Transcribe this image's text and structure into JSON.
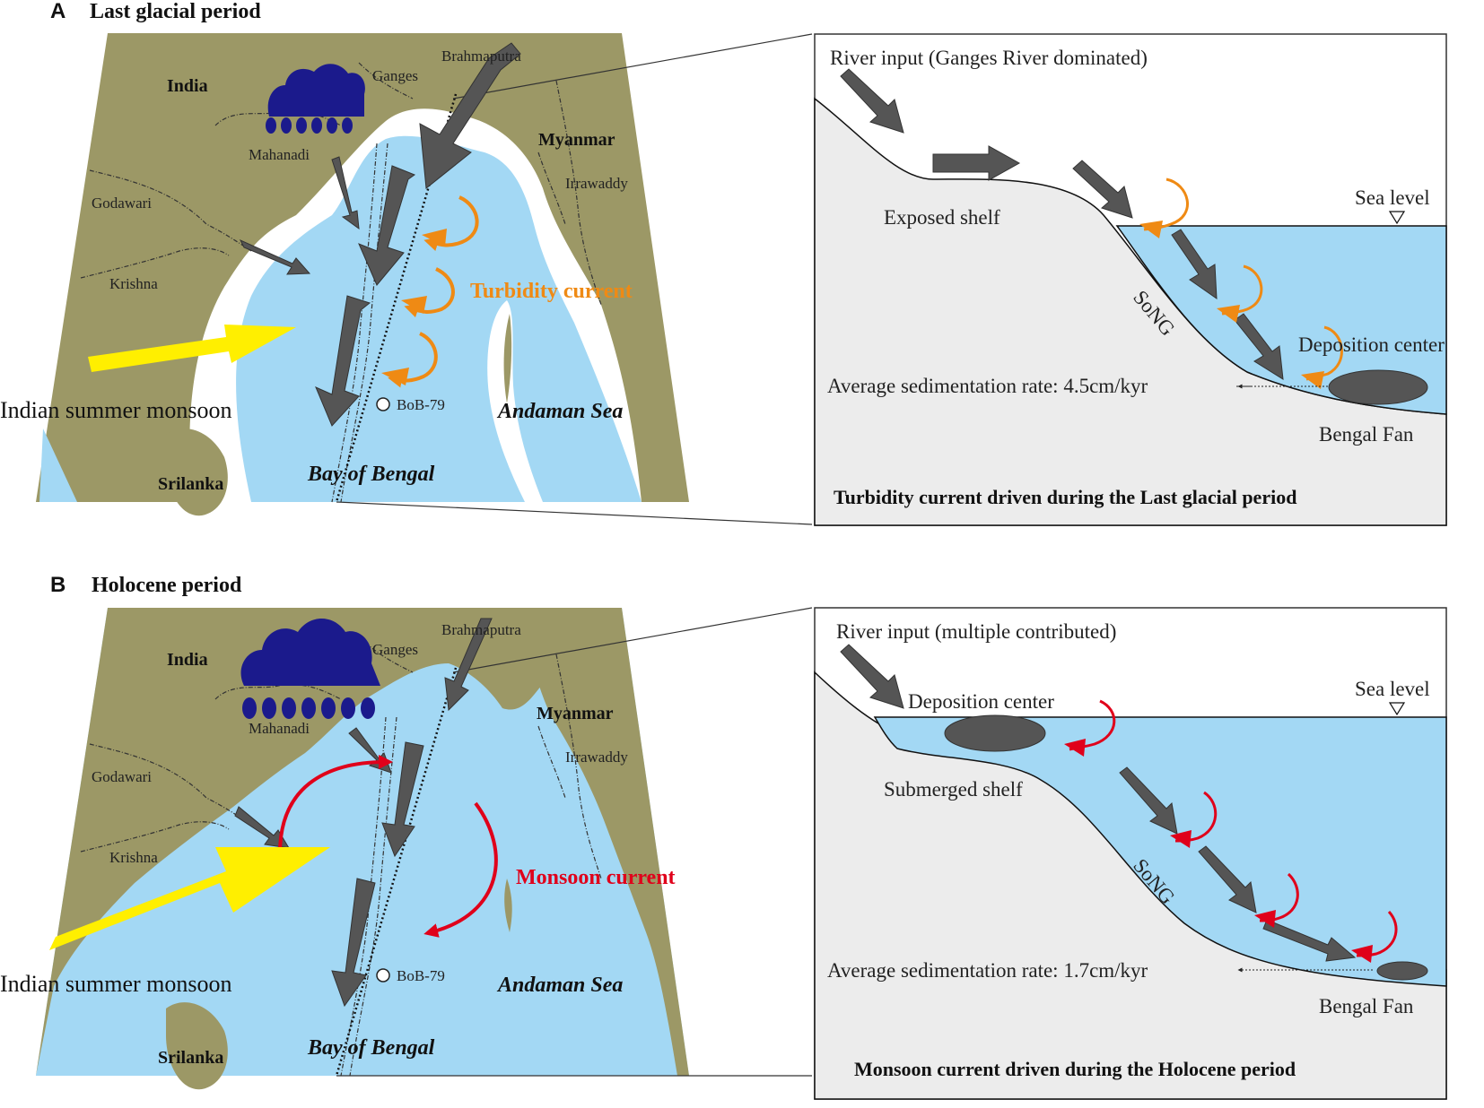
{
  "colors": {
    "land": "#9c9866",
    "sea": "#a3d8f4",
    "shelf_land": "#ececec",
    "arrow_dark": "#555555",
    "cloud": "#1b1a8c",
    "monsoon_arrow": "#ffef00",
    "turbidity": "#ef8a14",
    "monsoon_current": "#e0001a"
  },
  "panel_a": {
    "letter": "A",
    "title": "Last glacial period",
    "map": {
      "india": "India",
      "myanmar": "Myanmar",
      "ganges": "Ganges",
      "brahmaputra": "Brahmaputra",
      "mahanadi": "Mahanadi",
      "godawari": "Godawari",
      "krishna": "Krishna",
      "irrawaddy": "Irrawaddy",
      "srilanka": "Srilanka",
      "bay": "Bay of Bengal",
      "andaman": "Andaman Sea",
      "core": "BoB-79",
      "monsoon": "Indian summer monsoon",
      "current": "Turbidity current"
    },
    "section": {
      "river_input": "River input (Ganges River dominated)",
      "shelf": "Exposed shelf",
      "sea_level": "Sea level",
      "canyon": "SoNG",
      "deposition": "Deposition center",
      "rate": "Average sedimentation rate: 4.5cm/kyr",
      "fan": "Bengal Fan",
      "caption": "Turbidity current driven during the Last glacial period"
    }
  },
  "panel_b": {
    "letter": "B",
    "title": "Holocene period",
    "map": {
      "india": "India",
      "myanmar": "Myanmar",
      "ganges": "Ganges",
      "brahmaputra": "Brahmaputra",
      "mahanadi": "Mahanadi",
      "godawari": "Godawari",
      "krishna": "Krishna",
      "irrawaddy": "Irrawaddy",
      "srilanka": "Srilanka",
      "bay": "Bay of Bengal",
      "andaman": "Andaman Sea",
      "core": "BoB-79",
      "monsoon": "Indian summer monsoon",
      "current": "Monsoon current"
    },
    "section": {
      "river_input": "River input (multiple contributed)",
      "deposition": "Deposition center",
      "sea_level": "Sea level",
      "shelf": "Submerged shelf",
      "canyon": "SoNG",
      "rate": "Average sedimentation rate: 1.7cm/kyr",
      "fan": "Bengal Fan",
      "caption": "Monsoon current driven during the Holocene period"
    }
  }
}
